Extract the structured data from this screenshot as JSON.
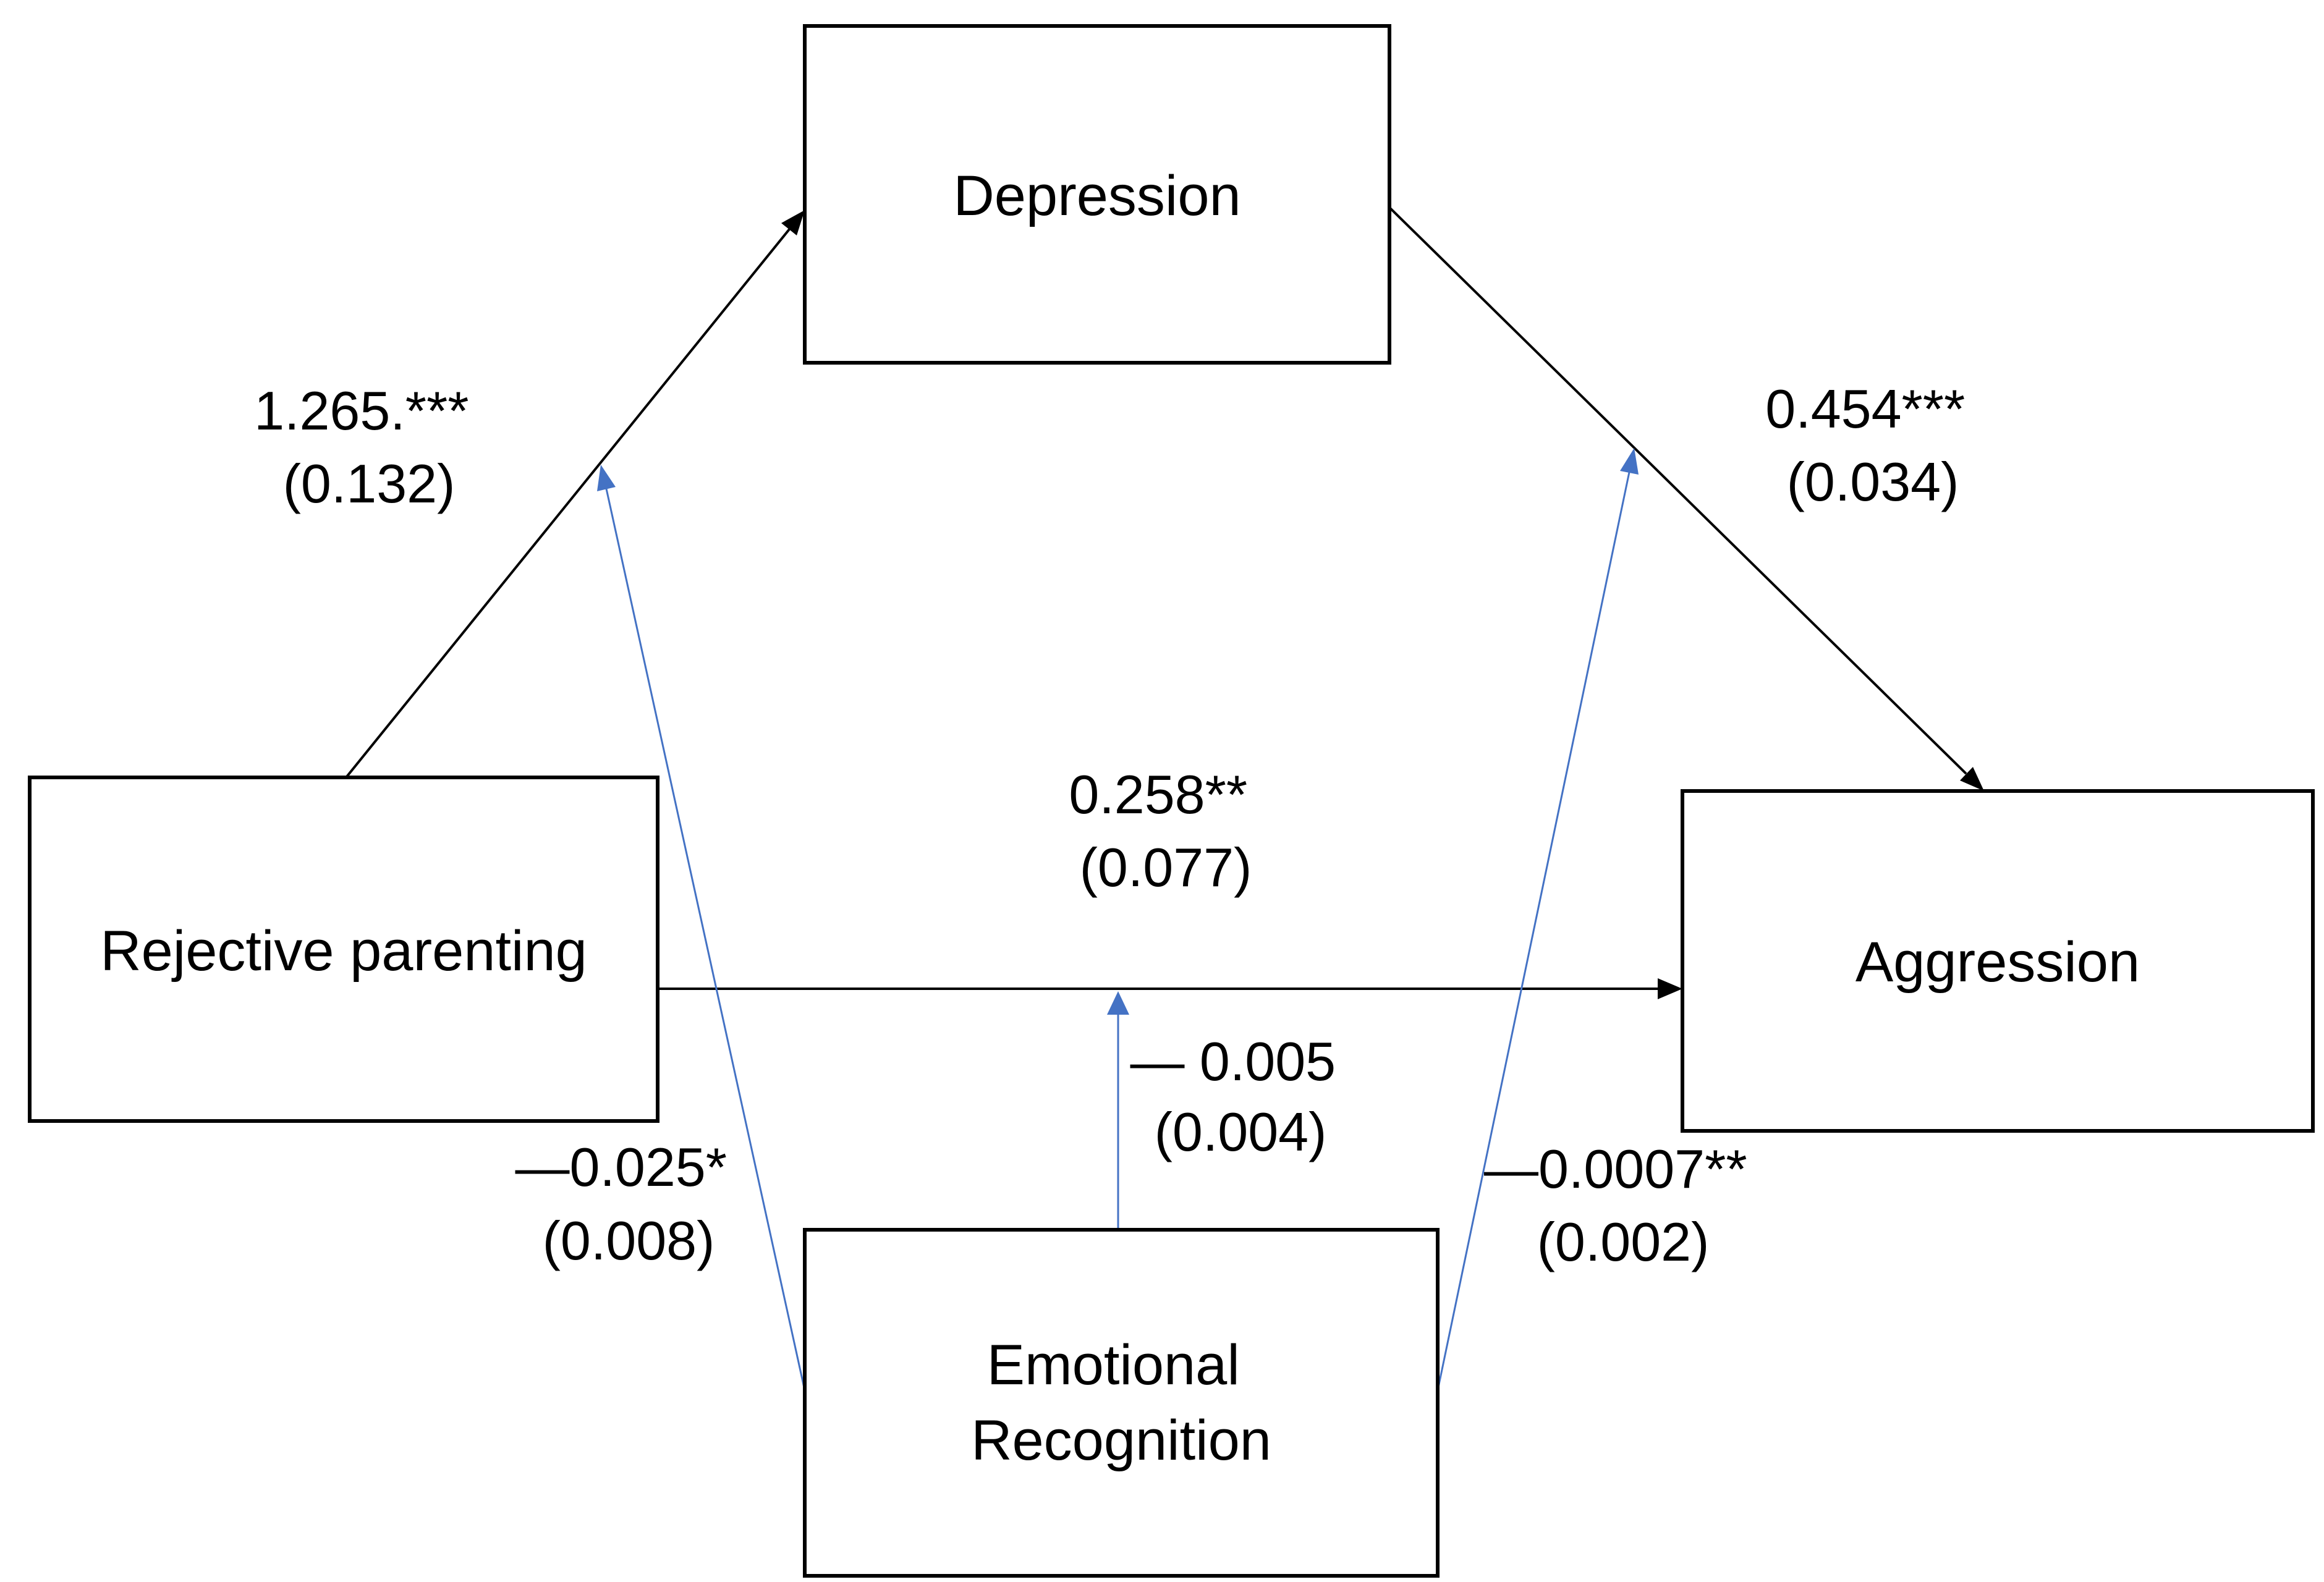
{
  "figure": {
    "kind": "moderated-mediation-path-diagram",
    "background": "#ffffff"
  },
  "colors": {
    "box_border": "#000000",
    "path_line": "#000000",
    "moderation_line": "#4472C4",
    "text": "#000000"
  },
  "nodes": {
    "depression": {
      "label": "Depression"
    },
    "rejective_parenting": {
      "label": "Rejective parenting"
    },
    "aggression": {
      "label": "Aggression"
    },
    "emotional_recognition": {
      "label_line1": "Emotional",
      "label_line2": "Recognition"
    }
  },
  "paths": {
    "rp_to_depression": {
      "coefficient": "1.265.***",
      "se": "(0.132)"
    },
    "depression_to_aggression": {
      "coefficient": "0.454***",
      "se": "(0.034)"
    },
    "rp_to_aggression": {
      "coefficient": "0.258**",
      "se": "(0.077)"
    },
    "er_on_rp_depression": {
      "coefficient": "—0.025*",
      "se": "(0.008)"
    },
    "er_on_rp_aggression": {
      "coefficient": "— 0.005",
      "se": "(0.004)"
    },
    "er_on_depression_aggression": {
      "coefficient": "—0.0007**",
      "se": "(0.002)"
    }
  }
}
